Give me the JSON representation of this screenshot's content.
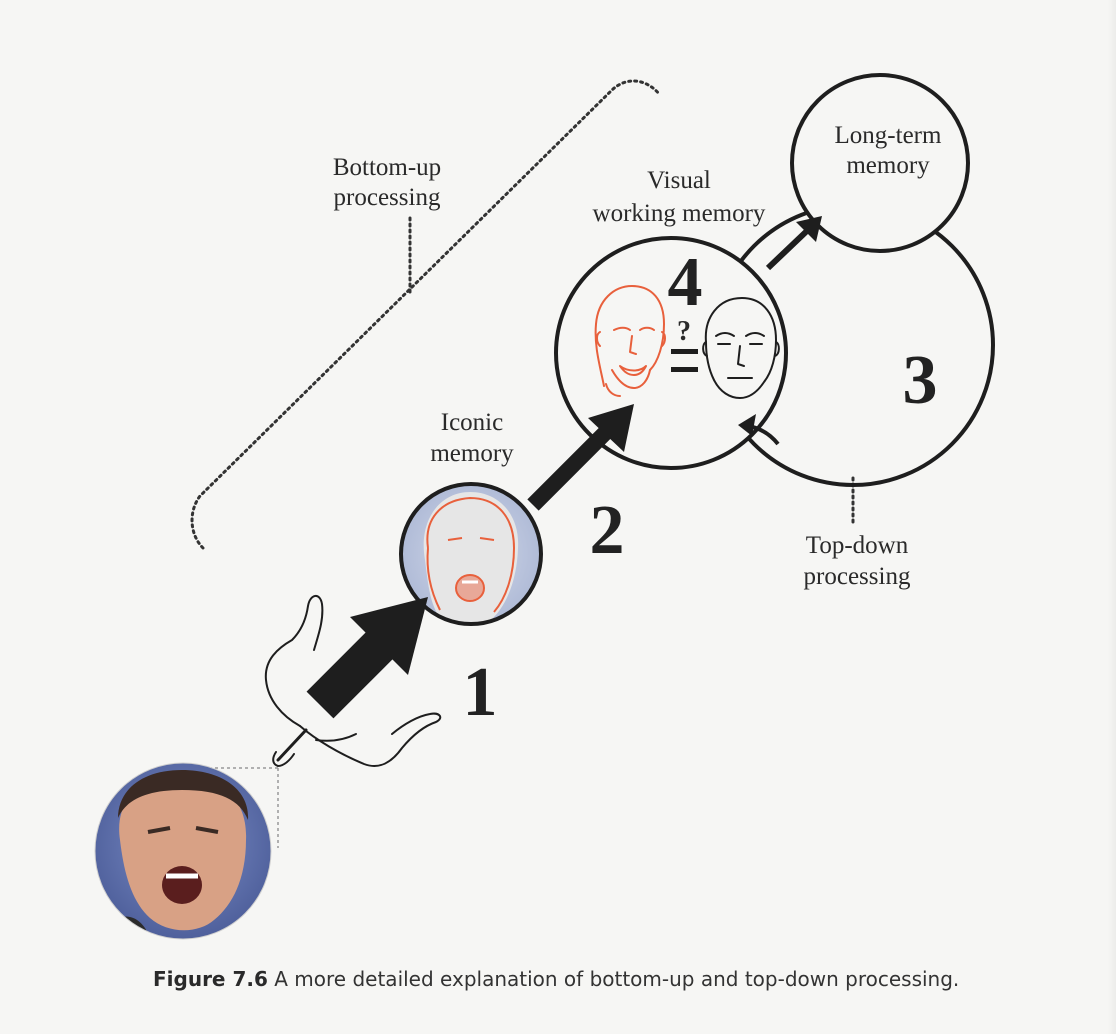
{
  "labels": {
    "bottom_up_1": "Bottom-up",
    "bottom_up_2": "processing",
    "long_term_1": "Long-term",
    "long_term_2": "memory",
    "visual_wm_1": "Visual",
    "visual_wm_2": "working memory",
    "iconic_1": "Iconic",
    "iconic_2": "memory",
    "top_down_1": "Top-down",
    "top_down_2": "processing"
  },
  "steps": {
    "one": "1",
    "two": "2",
    "three": "3",
    "four": "4"
  },
  "comparison": {
    "question_mark": "?"
  },
  "caption": {
    "figure_label": "Figure 7.6",
    "text": " A more detailed explanation of bottom-up and top-down processing."
  },
  "colors": {
    "ink": "#1e1e1e",
    "accent_red": "#e8603c",
    "photo_blue": "#5f72b0",
    "iconic_blue": "#b9c3dc",
    "skin": "#d8a185"
  },
  "icons": {
    "hand": "drawing-hand-icon",
    "photo": "face-photo",
    "iconic_face": "grayscale-face",
    "red_face": "red-outline-face-icon",
    "black_face": "black-outline-face-icon"
  }
}
